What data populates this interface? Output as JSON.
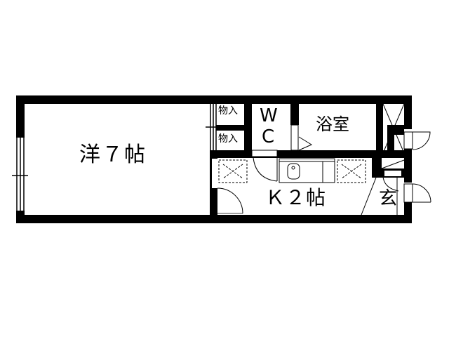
{
  "floorplan": {
    "rooms": [
      {
        "id": "western-room",
        "label": "洋７帖"
      },
      {
        "id": "kitchen",
        "label": "Ｋ２帖"
      },
      {
        "id": "bathroom",
        "label": "浴室"
      },
      {
        "id": "toilet",
        "label_line1": "W",
        "label_line2": "C"
      },
      {
        "id": "storage-upper",
        "label": "物入"
      },
      {
        "id": "storage-lower",
        "label": "物入"
      },
      {
        "id": "entrance",
        "label": "玄"
      }
    ],
    "colors": {
      "wall": "#000000",
      "background": "#ffffff"
    }
  }
}
